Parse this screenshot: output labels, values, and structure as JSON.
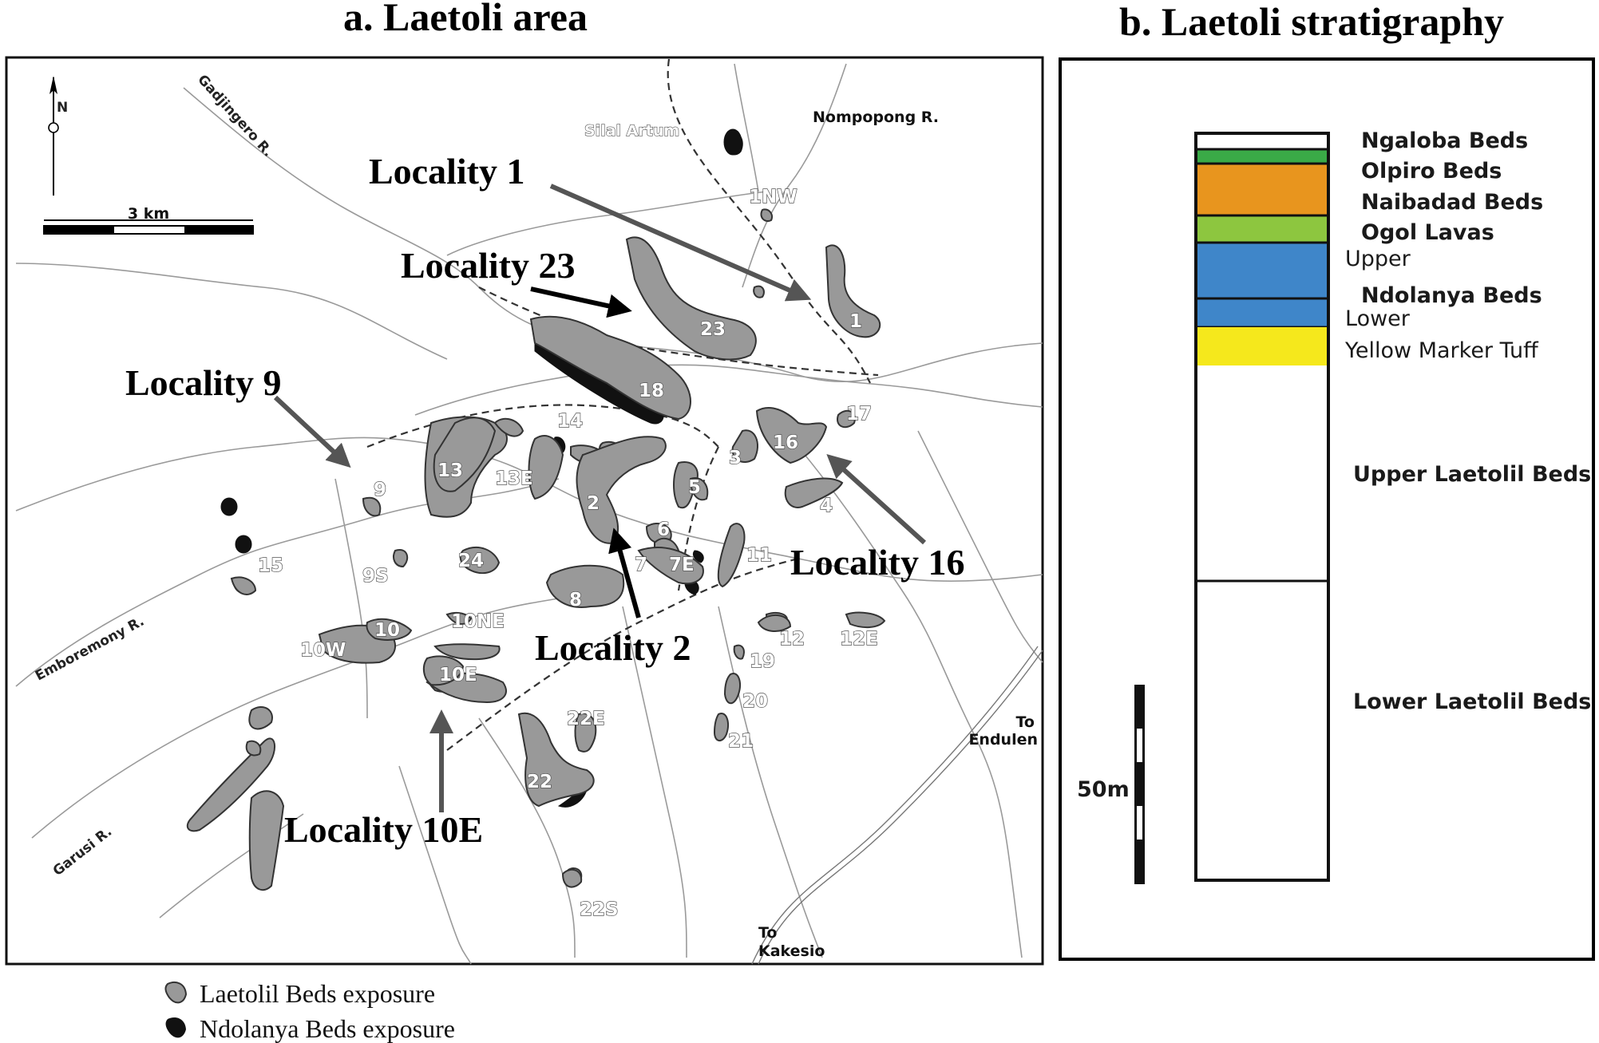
{
  "panel_a": {
    "title": "a. Laetoli area",
    "scale_label": "3 km",
    "north_label": "N",
    "rivers": {
      "gadjingero": "Gadjingero R.",
      "silal": "Silal Artum",
      "nompopong": "Nompopong R.",
      "emboremony": "Emboremony R.",
      "garusi": "Garusi R."
    },
    "roads": {
      "endulen_to": "To",
      "endulen": "Endulen",
      "kakesio_to": "To",
      "kakesio": "Kakesio"
    },
    "localities": {
      "l1": "Locality 1",
      "l23": "Locality 23",
      "l9": "Locality 9",
      "l16": "Locality 16",
      "l2": "Locality 2",
      "l10e": "Locality 10E"
    },
    "numbers": {
      "n1nw": "1NW",
      "n1": "1",
      "n23": "23",
      "n18": "18",
      "n14": "14",
      "n17": "17",
      "n16": "16",
      "n13": "13",
      "n13e": "13E",
      "n9": "9",
      "n3": "3",
      "n5": "5",
      "n2": "2",
      "n6": "6",
      "n4": "4",
      "n7": "7",
      "n7e": "7E",
      "n11": "11",
      "n24": "24",
      "n9s": "9S",
      "n15": "15",
      "n8": "8",
      "n10ne": "10NE",
      "n10": "10",
      "n10w": "10W",
      "n12": "12",
      "n12e": "12E",
      "n19": "19",
      "n10e": "10E",
      "n20": "20",
      "n22e": "22E",
      "n21": "21",
      "n22": "22",
      "n22s": "22S"
    }
  },
  "legend": {
    "laetolil": "Laetolil Beds exposure",
    "ndolanya": "Ndolanya Beds exposure"
  },
  "panel_b": {
    "title": "b. Laetoli stratigraphy",
    "scale_label": "50m",
    "units": {
      "ngaloba": "Ngaloba Beds",
      "olpiro": "Olpiro Beds",
      "naibadad": "Naibadad Beds",
      "ogol": "Ogol Lavas",
      "upper": "Upper",
      "ndolanya": "Ndolanya Beds",
      "lower": "Lower",
      "ymt": "Yellow Marker Tuff",
      "upper_laetolil": "Upper Laetolil Beds",
      "lower_laetolil": "Lower Laetolil Beds"
    },
    "colors": {
      "olpiro": "#3aaa47",
      "naibadad": "#e8951e",
      "ogol": "#8dc63f",
      "ndolanya": "#3f86c9",
      "ymt": "#f5e81c"
    }
  }
}
